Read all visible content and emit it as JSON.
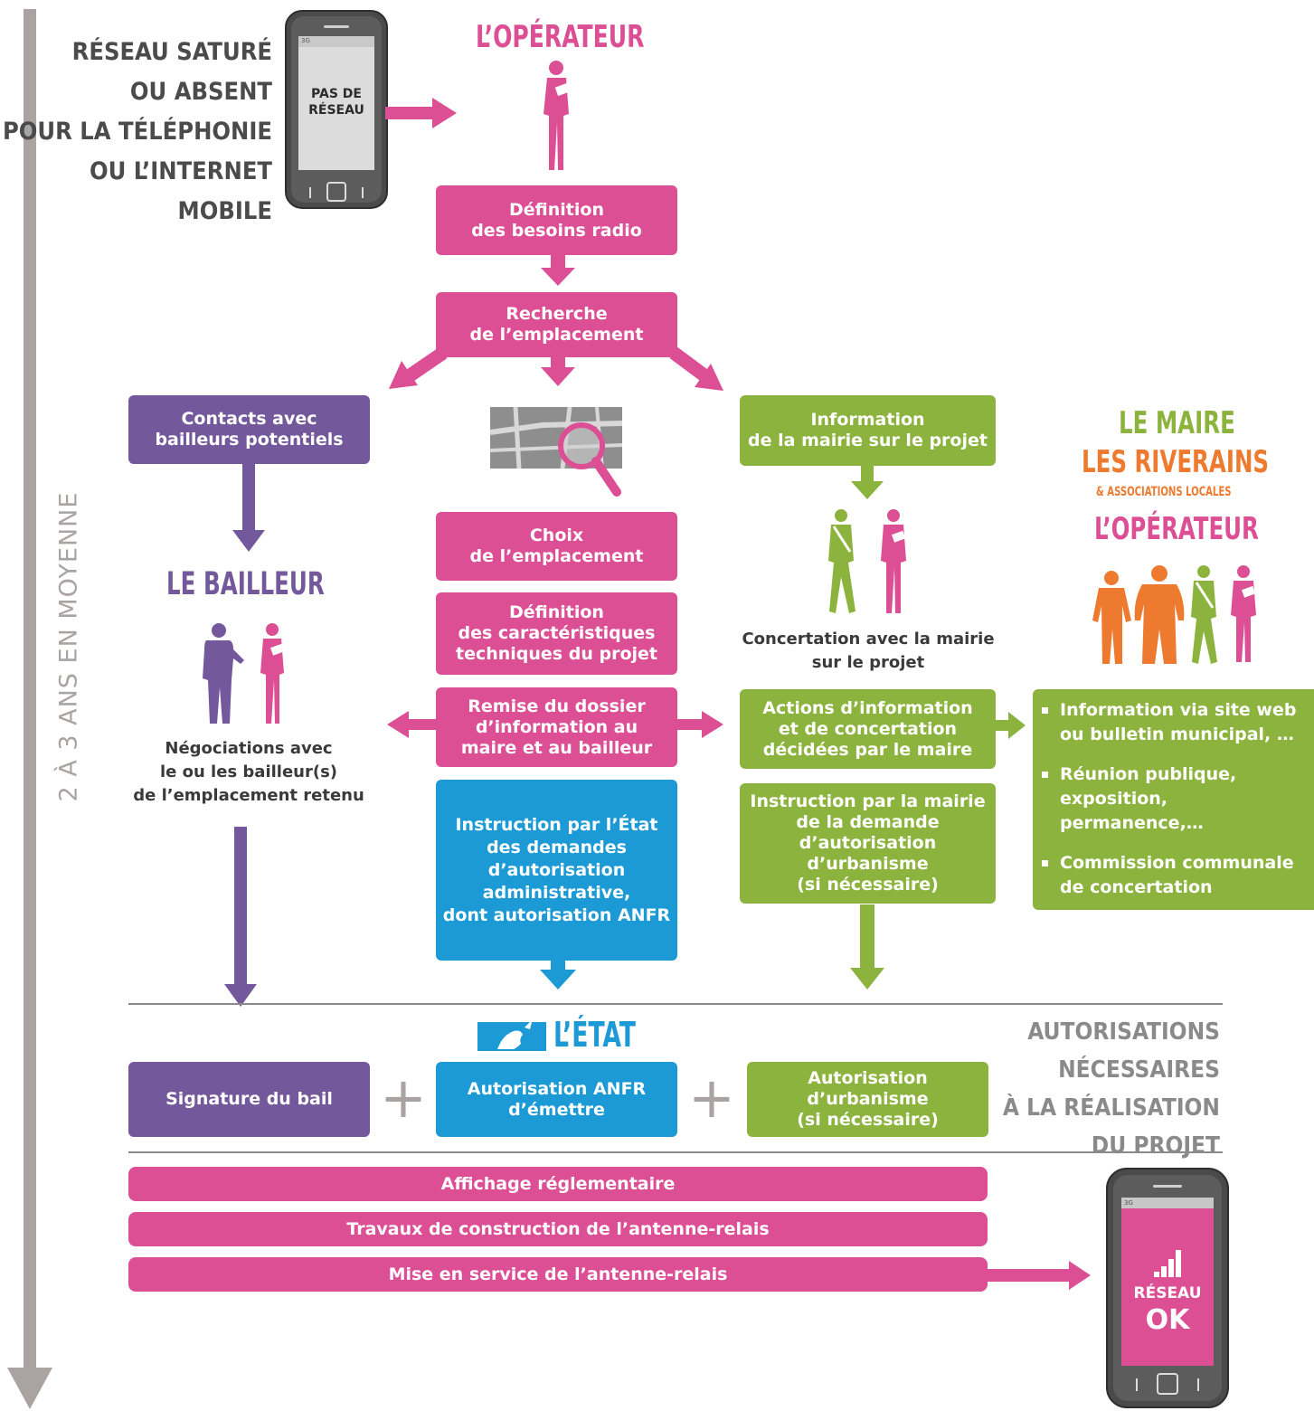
{
  "colors": {
    "operator_pink": "#dd4f95",
    "lessor_purple": "#73589b",
    "mayor_green": "#8cb33e",
    "state_blue": "#1c9ad6",
    "residents_orange": "#ee7a30",
    "timeline_grey": "#a9a4a1"
  },
  "timeline_label": "2 À 3 ANS EN MOYENNE",
  "start": {
    "text": "RÉSEAU SATURÉ\nOU ABSENT\nPOUR LA TÉLÉPHONIE\nOU L’INTERNET MOBILE",
    "phone_screen": "PAS DE\nRÉSEAU",
    "phone_status": "3G"
  },
  "headings": {
    "operator_top": "L’OPÉRATEUR",
    "bailleur": "LE BAILLEUR",
    "maire": "LE MAIRE",
    "riverains": "LES RIVERAINS",
    "associations": "& ASSOCIATIONS LOCALES",
    "operator_right": "L’OPÉRATEUR",
    "etat": "L’ÉTAT"
  },
  "steps": {
    "definition_besoins": "Définition\ndes besoins radio",
    "recherche": "Recherche\nde l’emplacement",
    "contacts_bailleurs": "Contacts avec\nbailleurs potentiels",
    "information_mairie": "Information\nde la mairie sur le projet",
    "choix": "Choix\nde l’emplacement",
    "definition_caracteristiques": "Définition\ndes caractéristiques\ntechniques du projet",
    "remise_dossier": "Remise du dossier\nd’information au\nmaire et au bailleur",
    "actions_information": "Actions d’information\net de concertation\ndécidées par le maire",
    "instruction_etat": "Instruction par l’État\ndes demandes\nd’autorisation\nadministrative,\ndont autorisation ANFR",
    "instruction_mairie": "Instruction par la mairie\nde la demande\nd’autorisation d’urbanisme\n(si nécessaire)"
  },
  "captions": {
    "concertation": "Concertation avec la mairie\nsur le projet",
    "negociations": "Négociations avec\nle ou les bailleur(s)\nde l’emplacement retenu"
  },
  "info_list": [
    "Information via site web\nou bulletin municipal, …",
    "Réunion publique,\nexposition, permanence,…",
    "Commission communale\nde concertation"
  ],
  "authorizations": {
    "signature": "Signature du bail",
    "anfr": "Autorisation ANFR\nd’émettre",
    "urbanisme": "Autorisation\nd’urbanisme\n(si nécessaire)",
    "plus": "+",
    "side_text": "AUTORISATIONS\nNÉCESSAIRES\nÀ LA RÉALISATION\nDU PROJET"
  },
  "final_bars": [
    "Affichage réglementaire",
    "Travaux de construction de l’antenne-relais",
    "Mise en service de l’antenne-relais"
  ],
  "end_phone": {
    "line1": "RÉSEAU",
    "line2": "OK",
    "status": "3G"
  },
  "icons": [
    "timeline-arrow-icon",
    "phone-no-network-icon",
    "phone-network-ok-icon",
    "operator-person-icon",
    "lessor-person-icon",
    "mayor-person-icon",
    "resident-person-icon",
    "map-magnifier-icon",
    "french-republic-logo-icon"
  ]
}
